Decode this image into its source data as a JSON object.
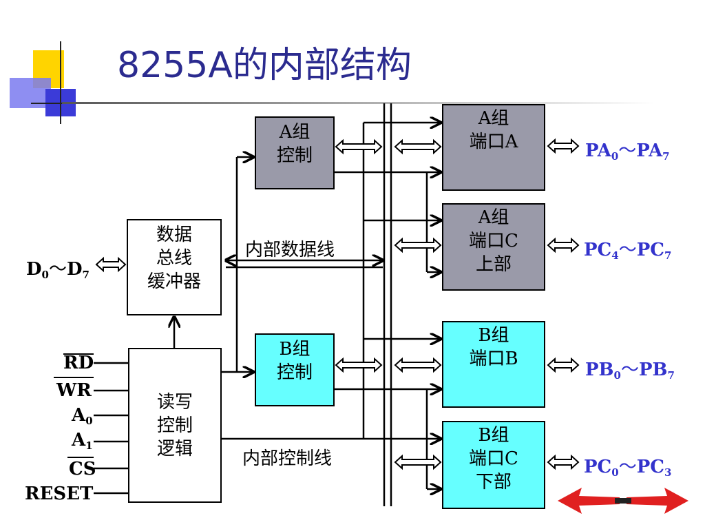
{
  "title": "8255A的内部结构",
  "blocks": {
    "group_a_control": "A组\n控制",
    "group_b_control": "B组\n控制",
    "data_bus_buffer": "数据\n总线\n缓冲器",
    "rw_control_logic": "读写\n控制\n逻辑",
    "port_a": "A组\n端口A",
    "port_c_upper": "A组\n端口C\n上部",
    "port_b": "B组\n端口B",
    "port_c_lower": "B组\n端口C\n下部"
  },
  "labels": {
    "internal_data_bus": "内部数据线",
    "internal_control_bus": "内部控制线"
  },
  "pins": {
    "d_bus": {
      "main": "D",
      "sub0": "0",
      "tilde": "～",
      "main2": "D",
      "sub1": "7"
    },
    "pa": {
      "main": "PA",
      "sub0": "0",
      "tilde": "～",
      "main2": "PA",
      "sub1": "7"
    },
    "pc_upper": {
      "main": "PC",
      "sub0": "4",
      "tilde": "～",
      "main2": "PC",
      "sub1": "7"
    },
    "pb": {
      "main": "PB",
      "sub0": "0",
      "tilde": "～",
      "main2": "PB",
      "sub1": "7"
    },
    "pc_lower": {
      "main": "PC",
      "sub0": "0",
      "tilde": "～",
      "main2": "PC",
      "sub1": "3"
    },
    "rd": "RD",
    "wr": "WR",
    "a0": {
      "main": "A",
      "sub": "0"
    },
    "a1": {
      "main": "A",
      "sub": "1"
    },
    "cs": "CS",
    "reset": "RESET"
  },
  "colors": {
    "title": "#2b2b8f",
    "group_a_fill": "#9a9aa9",
    "group_b_fill": "#66ffff",
    "pin_label": "#3333cc",
    "nav_arrow": "#e02020"
  }
}
